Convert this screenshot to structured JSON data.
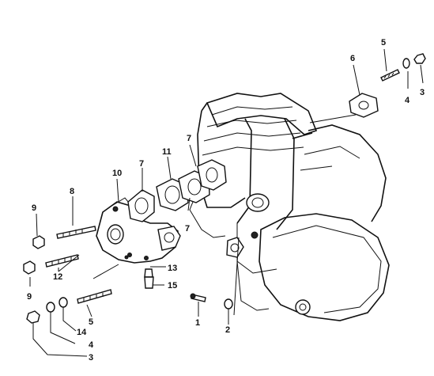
{
  "diagram": {
    "callouts": {
      "c1": "1",
      "c2": "2",
      "c3a": "3",
      "c3b": "3",
      "c4a": "4",
      "c4b": "4",
      "c5a": "5",
      "c5b": "5",
      "c6": "6",
      "c7a": "7",
      "c7b": "7",
      "c7c": "7",
      "c8": "8",
      "c9a": "9",
      "c9b": "9",
      "c10": "10",
      "c11": "11",
      "c12": "12",
      "c13": "13",
      "c14": "14",
      "c15": "15"
    },
    "colors": {
      "ink": "#111111",
      "paper": "#ffffff"
    }
  }
}
